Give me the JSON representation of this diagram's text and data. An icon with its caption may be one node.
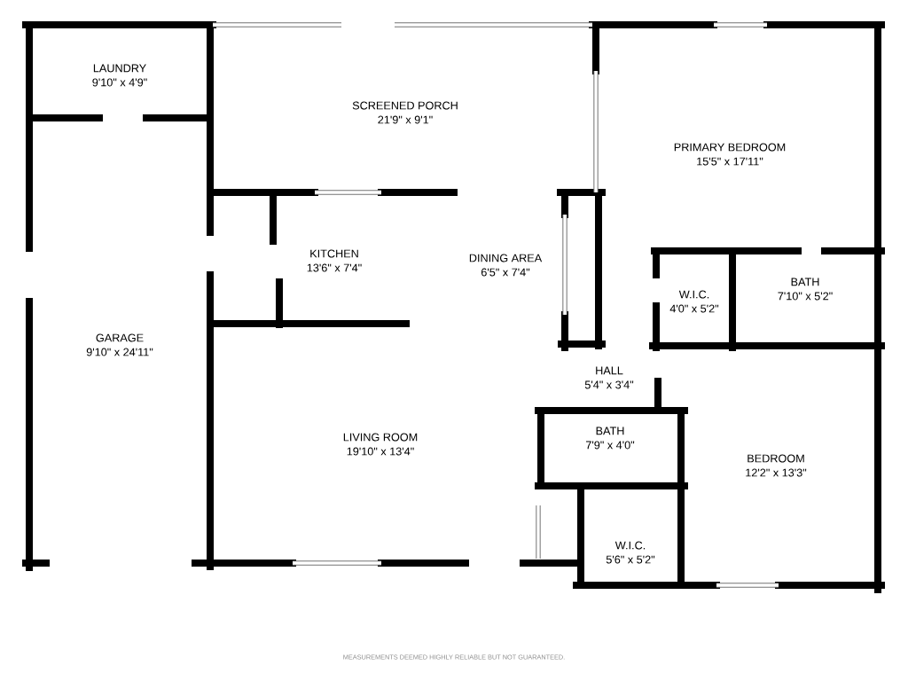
{
  "diagram": {
    "nodes": [
      {
        "text": [
          "LAUNDRY",
          "9'10\" x 4'9\""
        ]
      },
      {
        "text": [
          "SCREENED PORCH",
          "21'9\" x 9'1\""
        ]
      },
      {
        "text": [
          "PRIMARY BEDROOM",
          "15'5\" x 17'11\""
        ]
      },
      {
        "text": [
          "KITCHEN",
          "13'6\" x 7'4\""
        ]
      },
      {
        "text": [
          "DINING AREA",
          "6'5\" x 7'4\""
        ]
      },
      {
        "text": [
          "W.I.C.",
          "4'0\" x 5'2\""
        ]
      },
      {
        "text": [
          "BATH",
          "7'10\" x 5'2\""
        ]
      },
      {
        "text": [
          "GARAGE",
          "9'10\" x 24'11\""
        ]
      },
      {
        "text": [
          "HALL",
          "5'4\" x 3'4\""
        ]
      },
      {
        "text": [
          "LIVING ROOM",
          "19'10\" x 13'4\""
        ]
      },
      {
        "text": [
          "BATH",
          "7'9\" x 4'0\""
        ]
      },
      {
        "text": [
          "BEDROOM",
          "12'2\" x 13'3\""
        ]
      },
      {
        "text": [
          "W.I.C.",
          "5'6\" x 5'2\""
        ]
      }
    ],
    "labels": [
      "MEASUREMENTS DEEMED HIGHLY RELIABLE BUT NOT GUARANTEED."
    ]
  }
}
